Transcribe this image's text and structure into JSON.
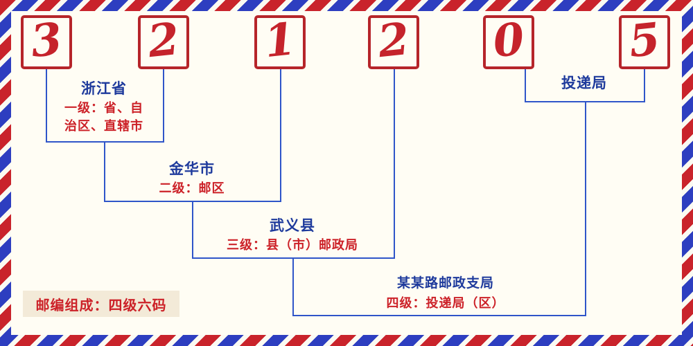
{
  "postal_code": {
    "digits": [
      "3",
      "2",
      "1",
      "2",
      "0",
      "5"
    ]
  },
  "levels": {
    "province": {
      "name": "浙江省",
      "desc_line1": "一级：省、自",
      "desc_line2": "治区、直辖市"
    },
    "city": {
      "name": "金华市",
      "desc": "二级：邮区"
    },
    "county": {
      "name": "武义县",
      "desc": "三级：县（市）邮政局"
    },
    "branch": {
      "name": "某某路邮政支局",
      "desc": "四级：投递局（区）"
    },
    "delivery": {
      "name": "投递局"
    }
  },
  "footer": {
    "composition_note": "邮编组成：四级六码"
  },
  "colors": {
    "digit_red": "#c5232b",
    "desc_red": "#cc2128",
    "name_blue": "#1e3a9c",
    "line_blue": "#2f55c9",
    "stripe_red": "#c9232b",
    "stripe_blue": "#2d3ec0",
    "background": "#fffdf4",
    "note_background": "#f3ead8"
  }
}
